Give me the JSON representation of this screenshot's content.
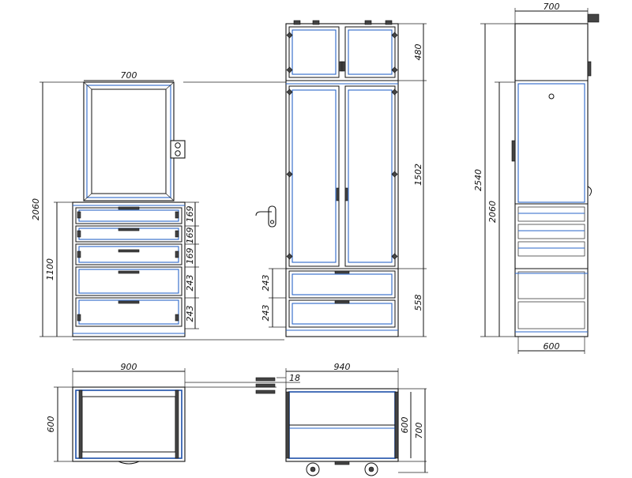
{
  "labels": {
    "mirror_width": "700",
    "left_total_height": "2060",
    "dresser_height": "1100",
    "drawer_1": "169",
    "drawer_2": "169",
    "drawer_3": "169",
    "drawer_4": "243",
    "drawer_5": "243",
    "wardrobe_top_section": "480",
    "wardrobe_door_section": "1502",
    "wardrobe_drawer_1": "243",
    "wardrobe_drawer_2": "243",
    "wardrobe_drawer_block": "558",
    "side_width_top": "700",
    "side_total_height": "2540",
    "side_lower_height": "2060",
    "side_depth": "600",
    "plan_left_width": "900",
    "plan_left_depth": "600",
    "plan_right_width": "940",
    "plan_right_depth_inner": "600",
    "plan_right_depth_outer": "700",
    "plan_offset": "18"
  }
}
